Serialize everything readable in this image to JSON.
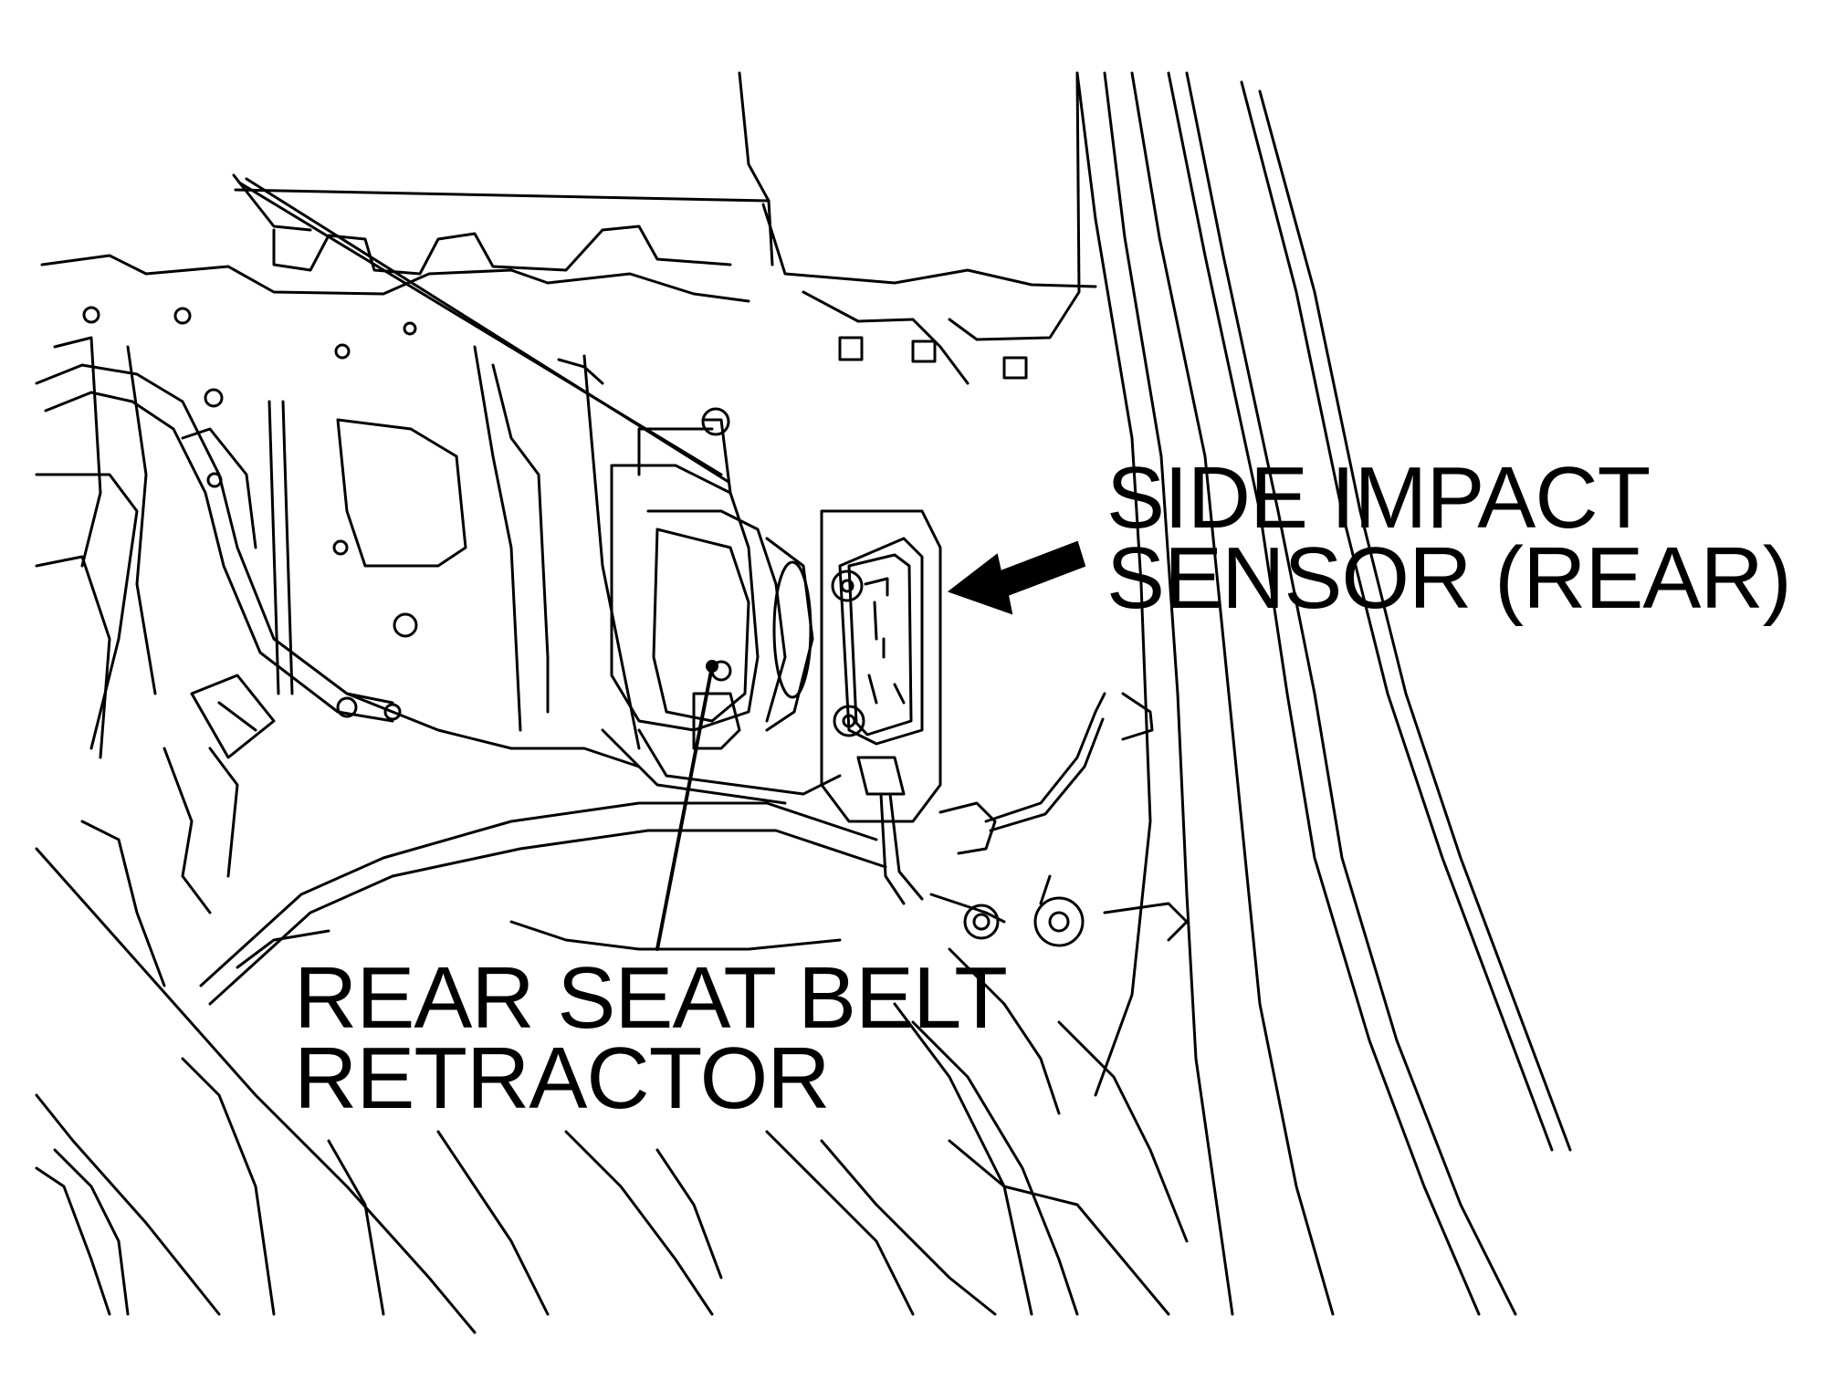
{
  "callouts": {
    "side_impact_sensor": {
      "line1": "SIDE IMPACT",
      "line2": "SENSOR (REAR)"
    },
    "rear_seat_belt_retractor": {
      "line1": "REAR SEAT BELT",
      "line2": "RETRACTOR"
    }
  },
  "colors": {
    "ink": "#000000",
    "paper": "#ffffff"
  }
}
